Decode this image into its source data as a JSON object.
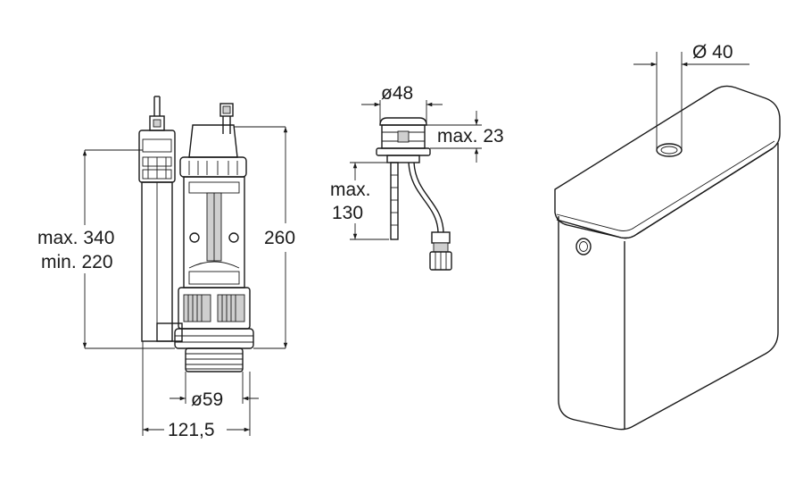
{
  "dimensions": {
    "height_max": "max. 340",
    "height_min": "min. 220",
    "valve_height": "260",
    "valve_diameter": "ø59",
    "base_width": "121,5",
    "button_diameter": "ø48",
    "button_height": "max. 23",
    "rod_length_label": "max.",
    "rod_length_value": "130",
    "tank_hole_diameter": "Ø 40"
  }
}
